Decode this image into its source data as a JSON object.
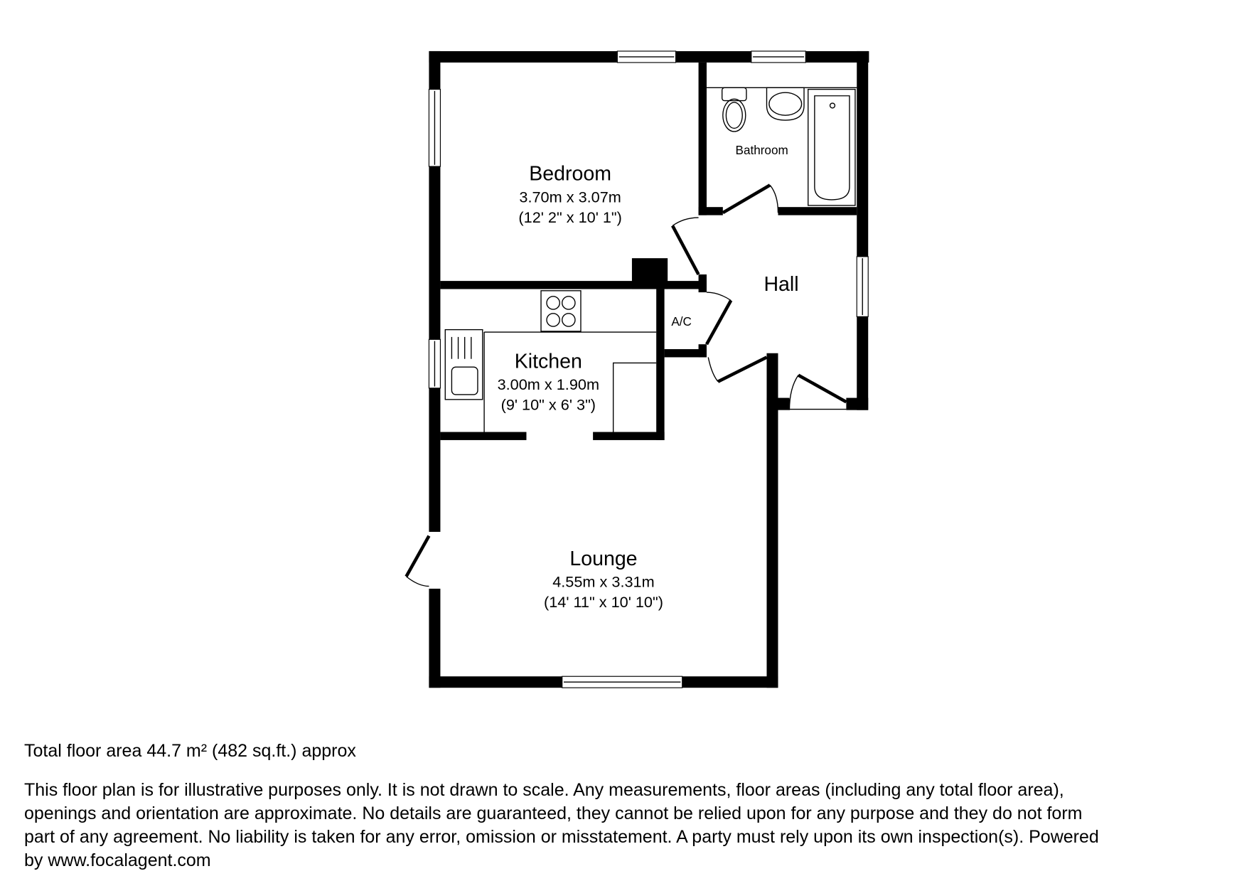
{
  "rooms": {
    "bedroom": {
      "name": "Bedroom",
      "metric": "3.70m x 3.07m",
      "imperial": "(12' 2\" x 10' 1\")"
    },
    "bathroom": {
      "name": "Bathroom"
    },
    "hall": {
      "name": "Hall"
    },
    "ac": {
      "name": "A/C"
    },
    "kitchen": {
      "name": "Kitchen",
      "metric": "3.00m x 1.90m",
      "imperial": "(9' 10\" x 6' 3\")"
    },
    "lounge": {
      "name": "Lounge",
      "metric": "4.55m x 3.31m",
      "imperial": "(14' 11\" x 10' 10\")"
    }
  },
  "footer": {
    "total_area": "Total floor area 44.7 m² (482 sq.ft.) approx",
    "disclaimer_lines": [
      "This floor plan is for illustrative purposes only. It is not drawn to scale. Any measurements, floor areas (including any total floor area),",
      "openings and orientation are approximate. No details are guaranteed, they cannot be relied upon for any purpose and they do not form",
      "part of any agreement. No liability is taken for any error, omission or misstatement. A party must rely upon its own inspection(s). Powered",
      "by www.focalagent.com"
    ]
  }
}
